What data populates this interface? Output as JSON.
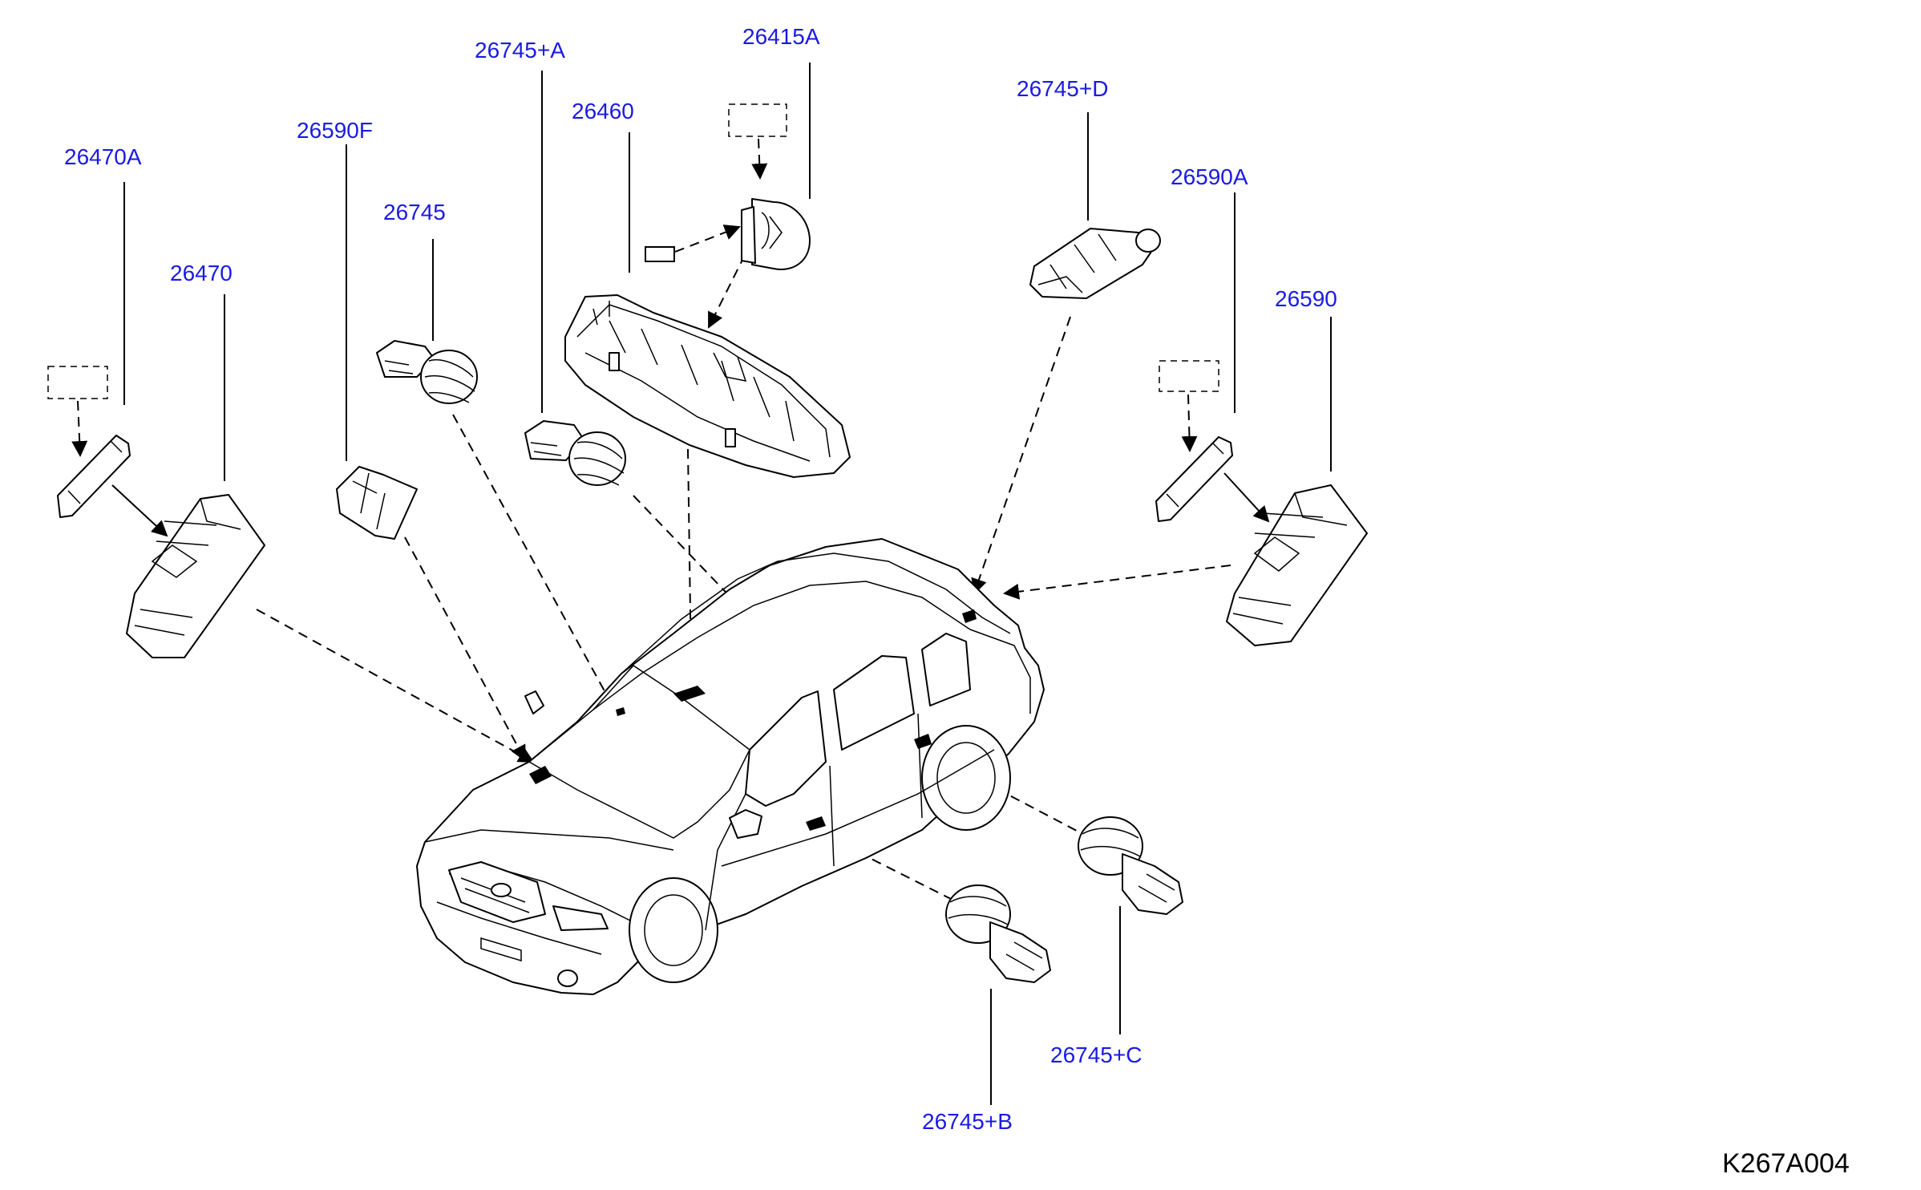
{
  "diagram": {
    "code": "K267A004",
    "labels": {
      "p26470A": "26470A",
      "p26470": "26470",
      "p26590F": "26590F",
      "p26745": "26745",
      "p26745A": "26745+A",
      "p26460": "26460",
      "p26415A": "26415A",
      "p26745D": "26745+D",
      "p26590A": "26590A",
      "p26590": "26590",
      "p26745C": "26745+C",
      "p26745B": "26745+B"
    }
  }
}
